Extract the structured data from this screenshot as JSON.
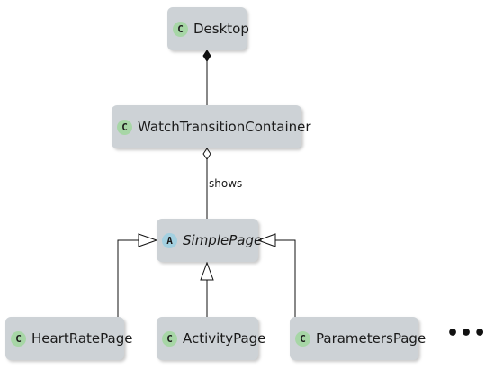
{
  "nodes": {
    "desktop": {
      "badge": "C",
      "label": "Desktop"
    },
    "watch_transition_container": {
      "badge": "C",
      "label": "WatchTransitionContainer"
    },
    "simple_page": {
      "badge": "A",
      "label": "SimplePage"
    },
    "heart_rate_page": {
      "badge": "C",
      "label": "HeartRatePage"
    },
    "activity_page": {
      "badge": "C",
      "label": "ActivityPage"
    },
    "parameters_page": {
      "badge": "C",
      "label": "ParametersPage"
    }
  },
  "edges": {
    "shows_label": "shows"
  },
  "more_indicator": "•••"
}
